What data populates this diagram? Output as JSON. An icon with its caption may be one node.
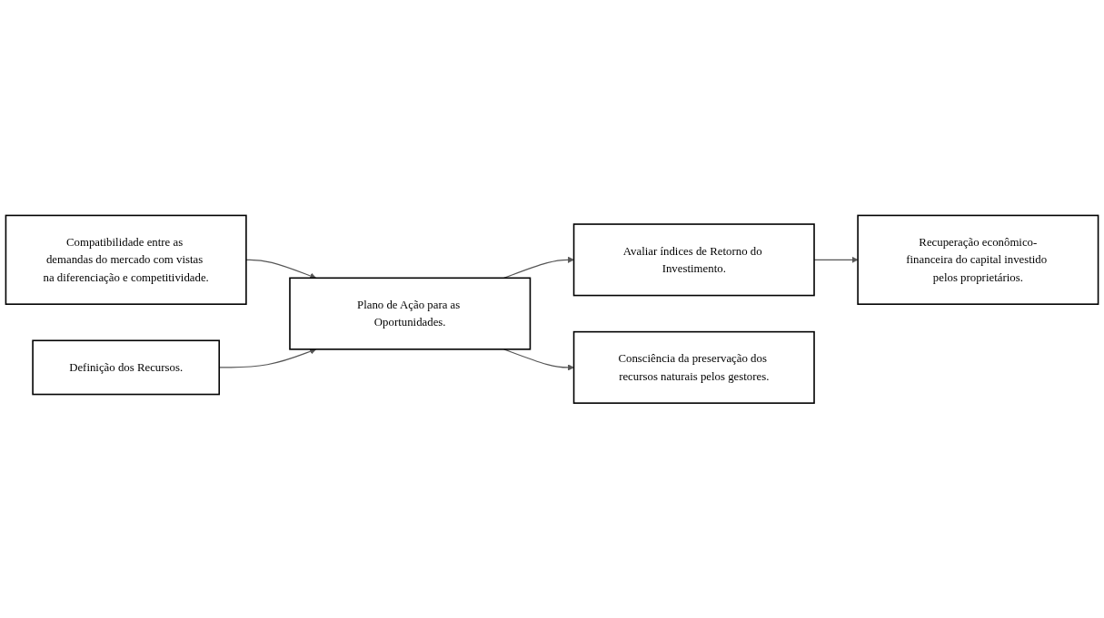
{
  "diagram": {
    "nodes": [
      {
        "text": [
          "Compatibilidade entre as demandas do mercado com vistas na diferenciação e competitividade."
        ]
      },
      {
        "text": [
          "Definição dos Recursos."
        ]
      },
      {
        "text": [
          "Plano de Ação para as Oportunidades."
        ]
      },
      {
        "text": [
          "Avaliar índices de Retorno do Investimento."
        ]
      },
      {
        "text": [
          "Consciência da preservação dos recursos naturais pelos gestores."
        ]
      },
      {
        "text": [
          "Recuperação econômico-financeira do capital investido pelos proprietários."
        ]
      }
    ],
    "edges": [
      {
        "from": 0,
        "to": 2,
        "arrow": "to"
      },
      {
        "from": 1,
        "to": 2,
        "arrow": "to"
      },
      {
        "from": 2,
        "to": 3,
        "arrow": "to"
      },
      {
        "from": 2,
        "to": 4,
        "arrow": "to"
      },
      {
        "from": 3,
        "to": 5,
        "arrow": "to"
      }
    ]
  }
}
